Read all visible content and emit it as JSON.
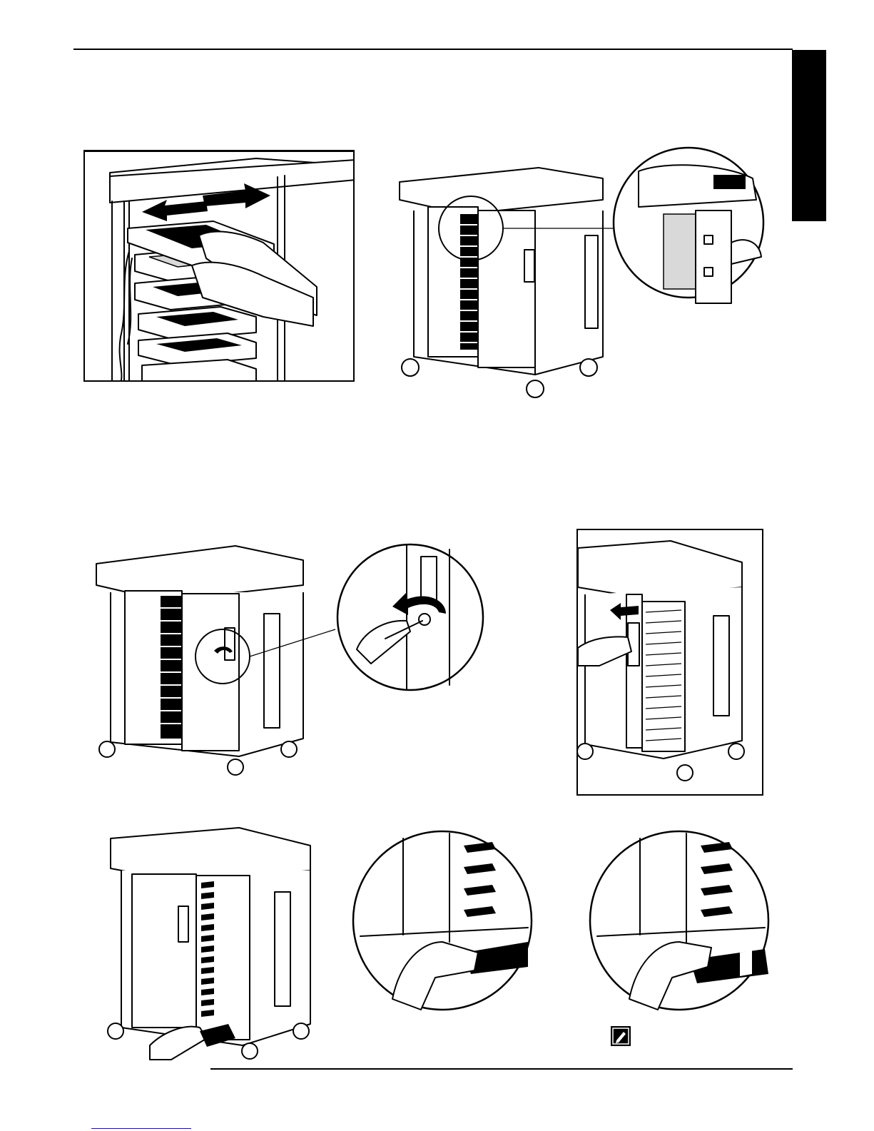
{
  "page": {
    "side_tab_color": "#000000",
    "note_icon": "pencil-note-icon",
    "footer_link_text": ""
  },
  "figures": [
    {
      "id": "fig-tray-slide",
      "description_icon": "tray-slide-arrows"
    },
    {
      "id": "fig-cart-outlet",
      "description_icon": "cart-with-magnified-outlet"
    },
    {
      "id": "fig-cart-unscrew",
      "description_icon": "cart-with-magnified-screw"
    },
    {
      "id": "fig-cart-panel-slide",
      "description_icon": "cart-panel-slide-left"
    },
    {
      "id": "fig-cart-tray-remove",
      "description_icon": "cart-tray-removal"
    },
    {
      "id": "fig-zoom-tray-pull",
      "description_icon": "magnified-tray-pull"
    },
    {
      "id": "fig-zoom-tray-out",
      "description_icon": "magnified-tray-out"
    }
  ]
}
